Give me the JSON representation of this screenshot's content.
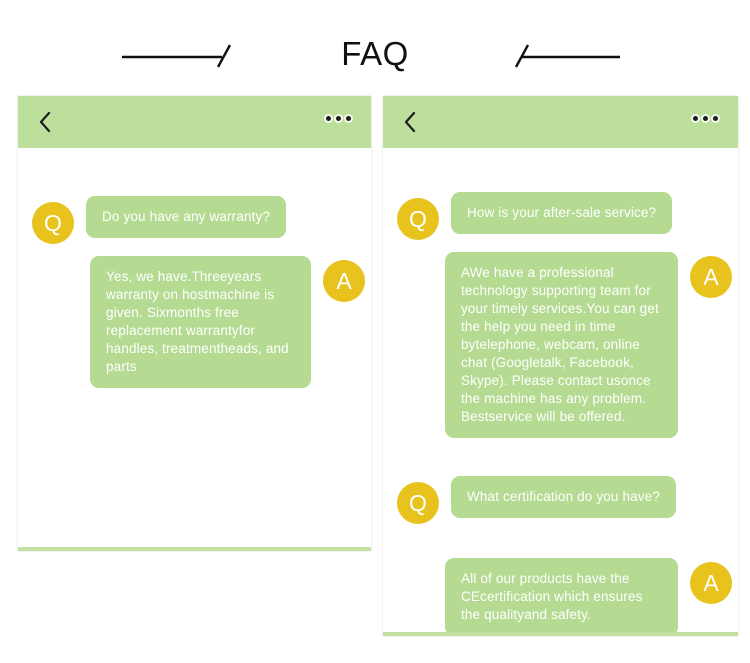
{
  "page": {
    "title": "FAQ",
    "background_color": "#ffffff"
  },
  "theme": {
    "header_green": "#bcdf9c",
    "bubble_green": "#b5db92",
    "avatar_yellow": "#e8c21d",
    "bubble_text": "#ffffff",
    "title_text": "#111111",
    "footer_green": "#c2e0a4"
  },
  "decorations": {
    "left_rule_name": "line-with-slash-left",
    "right_rule_name": "line-with-slash-right"
  },
  "panels": [
    {
      "id": "panel-left",
      "header": {
        "back_icon": "chevron-left-icon",
        "menu_icon": "more-horizontal-icon"
      },
      "messages": [
        {
          "type": "question",
          "avatar": "Q",
          "text": "Do you have any warranty?"
        },
        {
          "type": "answer",
          "avatar": "A",
          "text": "Yes, we have.Threeyears warranty on hostmachine is given. Sixmonths free replacement warrantyfor handles, treatmentheads, and parts"
        }
      ]
    },
    {
      "id": "panel-right",
      "header": {
        "back_icon": "chevron-left-icon",
        "menu_icon": "more-horizontal-icon"
      },
      "messages": [
        {
          "type": "question",
          "avatar": "Q",
          "text": "How is your after-sale service?"
        },
        {
          "type": "answer",
          "avatar": "A",
          "text": "AWe have a professional technology supporting team for your timely services.You can get the help you need in time bytelephone, webcam, online chat (Googletalk, Facebook, Skype). Please contact usonce the machine has any problem. Bestservice will be offered."
        },
        {
          "type": "question",
          "avatar": "Q",
          "text": "What certification do you have?"
        },
        {
          "type": "answer",
          "avatar": "A",
          "text": " All of our products have the CEcertification which ensures the qualityand safety."
        }
      ]
    }
  ]
}
